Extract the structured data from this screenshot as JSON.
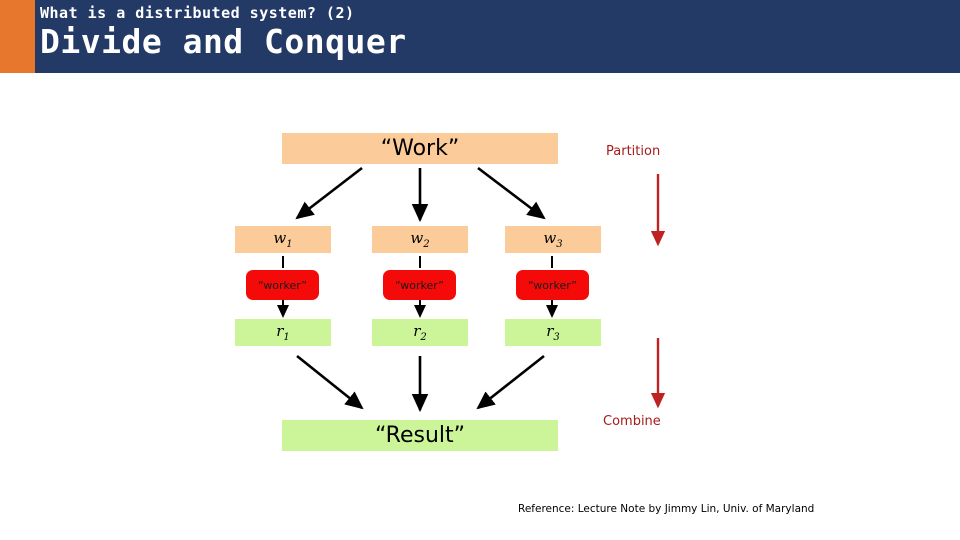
{
  "header": {
    "kicker": "What is a distributed system? (2)",
    "title": "Divide and Conquer",
    "band_color": "#243a66",
    "accent_color": "#e8772e",
    "text_color": "#ffffff"
  },
  "diagram": {
    "work_box": {
      "label": "“Work”",
      "color": "#fbcb99"
    },
    "result_box": {
      "label": "“Result”",
      "color": "#ccf599"
    },
    "partitions": [
      {
        "w_label": "w",
        "w_sub": "1",
        "worker_label": "“worker”",
        "r_label": "r",
        "r_sub": "1"
      },
      {
        "w_label": "w",
        "w_sub": "2",
        "worker_label": "“worker”",
        "r_label": "r",
        "r_sub": "2"
      },
      {
        "w_label": "w",
        "w_sub": "3",
        "worker_label": "“worker”",
        "r_label": "r",
        "r_sub": "3"
      }
    ],
    "work_color": "#fbcb99",
    "worker_color": "#f50a0a",
    "result_color": "#ccf599",
    "arrow_color": "#000000"
  },
  "annotations": {
    "partition_label": "Partition",
    "combine_label": "Combine",
    "accent_color": "#a81b1b"
  },
  "footer": {
    "reference": "Reference: Lecture Note by Jimmy Lin, Univ. of Maryland"
  }
}
